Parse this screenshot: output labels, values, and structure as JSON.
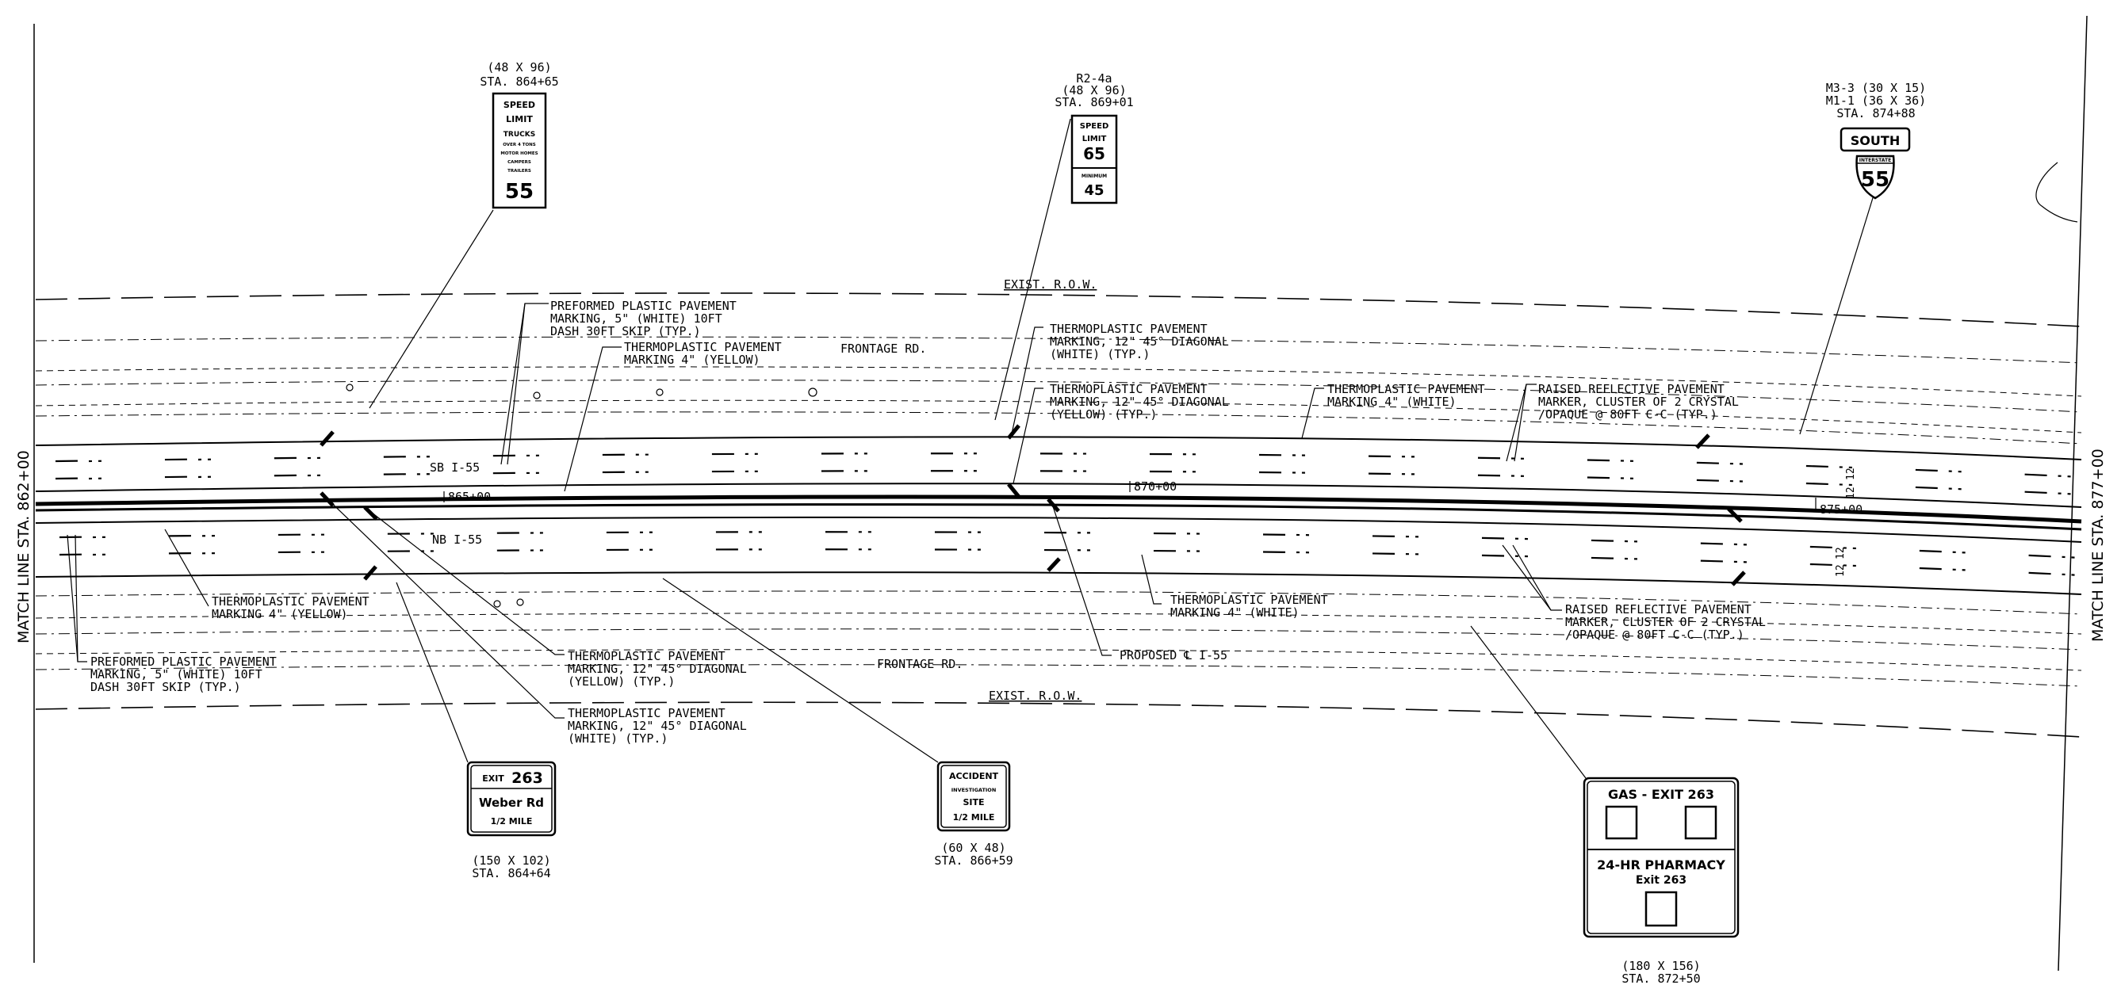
{
  "match_lines": {
    "left": "MATCH LINE STA. 862+00",
    "right": "MATCH LINE STA. 877+00"
  },
  "roads": {
    "frontage_top": "FRONTAGE RD.",
    "frontage_bottom": "FRONTAGE RD.",
    "row_top": "EXIST. R.O.W.",
    "row_bottom": "EXIST. R.O.W.",
    "sb_label": "SB I-55",
    "nb_label": "NB I-55",
    "sta_865": "865+00",
    "sta_870": "870+00",
    "sta_875": "875+00",
    "dim_12a": "12",
    "dim_12b": "12",
    "dim_12c": "12",
    "dim_12d": "12"
  },
  "signs": {
    "speed_truck": {
      "dims": "(48 X 96)",
      "sta": "STA. 864+65",
      "l1": "SPEED",
      "l2": "LIMIT",
      "l3": "TRUCKS",
      "l4": "OVER 4 TONS",
      "l5": "MOTOR HOMES",
      "l6": "CAMPERS",
      "l7": "TRAILERS",
      "num": "55"
    },
    "r2": {
      "code": "R2-4a",
      "dims": "(48 X 96)",
      "sta": "STA. 869+01",
      "l1": "SPEED",
      "l2": "LIMIT",
      "num1": "65",
      "l3": "MINIMUM",
      "num2": "45"
    },
    "m3": {
      "code1": "M3-3 (30 X 15)",
      "code2": "M1-1 (36 X 36)",
      "sta": "STA. 874+88",
      "south": "SOUTH",
      "shield_top": "INTERSTATE",
      "shield_num": "55"
    },
    "exit": {
      "exit_word": "EXIT",
      "exit_num": "263",
      "road": "Weber Rd",
      "dist": "1/2 MILE",
      "dims": "(150 X 102)",
      "sta": "STA. 864+64"
    },
    "accident": {
      "l1": "ACCIDENT",
      "l2": "INVESTIGATION",
      "l3": "SITE",
      "l4": "1/2 MILE",
      "dims": "(60 X 48)",
      "sta": "STA. 866+59"
    },
    "gas": {
      "top": "GAS - EXIT 263",
      "l1": "24-HR PHARMACY",
      "l2": "Exit 263",
      "dims": "(180 X 156)",
      "sta": "STA. 872+50"
    }
  },
  "notes": {
    "n1": [
      "PREFORMED PLASTIC PAVEMENT",
      "MARKING, 5\" (WHITE) 10FT",
      "DASH 30FT SKIP (TYP.)"
    ],
    "n2": [
      "THERMOPLASTIC PAVEMENT",
      "MARKING 4\" (YELLOW)"
    ],
    "n3": [
      "THERMOPLASTIC PAVEMENT",
      "MARKING, 12\" 45° DIAGONAL",
      "(WHITE) (TYP.)"
    ],
    "n4": [
      "THERMOPLASTIC PAVEMENT",
      "MARKING, 12\" 45° DIAGONAL",
      "(YELLOW) (TYP.)"
    ],
    "n5": [
      "THERMOPLASTIC PAVEMENT",
      "MARKING 4\" (WHITE)"
    ],
    "n6": [
      "RAISED REFLECTIVE PAVEMENT",
      "MARKER, CLUSTER OF 2 CRYSTAL",
      "/OPAQUE @ 80FT C-C (TYP.)"
    ],
    "n7": [
      "THERMOPLASTIC PAVEMENT",
      "MARKING 4\" (YELLOW)"
    ],
    "n8": [
      "PREFORMED PLASTIC PAVEMENT",
      "MARKING, 5\" (WHITE) 10FT",
      "DASH 30FT SKIP (TYP.)"
    ],
    "n9": [
      "THERMOPLASTIC PAVEMENT",
      "MARKING, 12\" 45° DIAGONAL",
      "(YELLOW) (TYP.)"
    ],
    "n10": [
      "THERMOPLASTIC PAVEMENT",
      "MARKING, 12\" 45° DIAGONAL",
      "(WHITE) (TYP.)"
    ],
    "n11": [
      "THERMOPLASTIC PAVEMENT",
      "MARKING 4\" (WHITE)"
    ],
    "n12": [
      "RAISED REFLECTIVE PAVEMENT",
      "MARKER, CLUSTER OF 2 CRYSTAL",
      "/OPAQUE @ 80FT C-C (TYP.)"
    ],
    "proposed": "PROPOSED ℄ I-55"
  }
}
